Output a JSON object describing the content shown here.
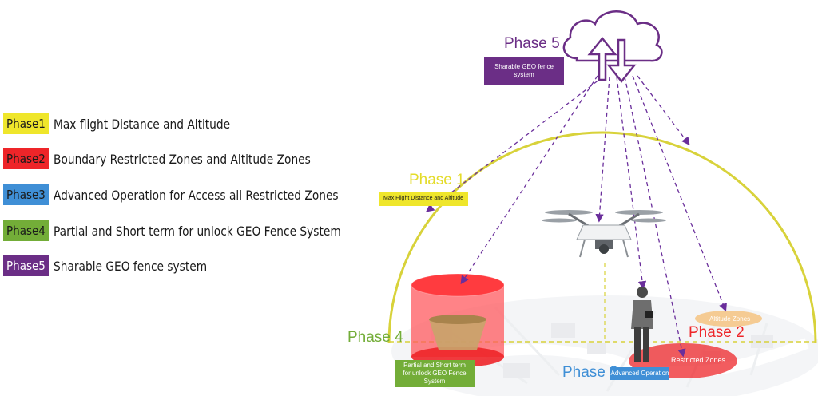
{
  "colors": {
    "phase1": "#efe62b",
    "phase2": "#ee2529",
    "phase3": "#3f8fd6",
    "phase4": "#73ad38",
    "phase5": "#6b2e86",
    "dome": "#d8d23a",
    "arrow": "#6a2e9b"
  },
  "legend": [
    {
      "badge": "Phase1",
      "text": "Max flight Distance and Altitude"
    },
    {
      "badge": "Phase2",
      "text": "Boundary Restricted Zones and Altitude Zones"
    },
    {
      "badge": "Phase3",
      "text": "Advanced Operation for Access all Restricted Zones"
    },
    {
      "badge": "Phase4",
      "text": "Partial and Short term for unlock GEO Fence System"
    },
    {
      "badge": "Phase5",
      "text": "Sharable GEO fence system"
    }
  ],
  "phases": {
    "p1": {
      "title": "Phase 1",
      "tag": "Max Flight Distance and Altitude"
    },
    "p2": {
      "title": "Phase 2"
    },
    "p3": {
      "title": "Phase 3",
      "tag": "Advanced Operation"
    },
    "p4": {
      "title": "Phase 4",
      "tag_line1": "Partial and Short term",
      "tag_line2": "for unlock GEO Fence System"
    },
    "p5": {
      "title": "Phase 5",
      "tag": "Sharable GEO fence system"
    }
  },
  "zones": {
    "altitude": "Altitude Zones",
    "restricted": "Restricted Zones"
  },
  "icons": [
    "cloud-sync-icon",
    "drone-icon",
    "pilot-icon",
    "cylinder-zone-icon",
    "city-map-icon"
  ]
}
